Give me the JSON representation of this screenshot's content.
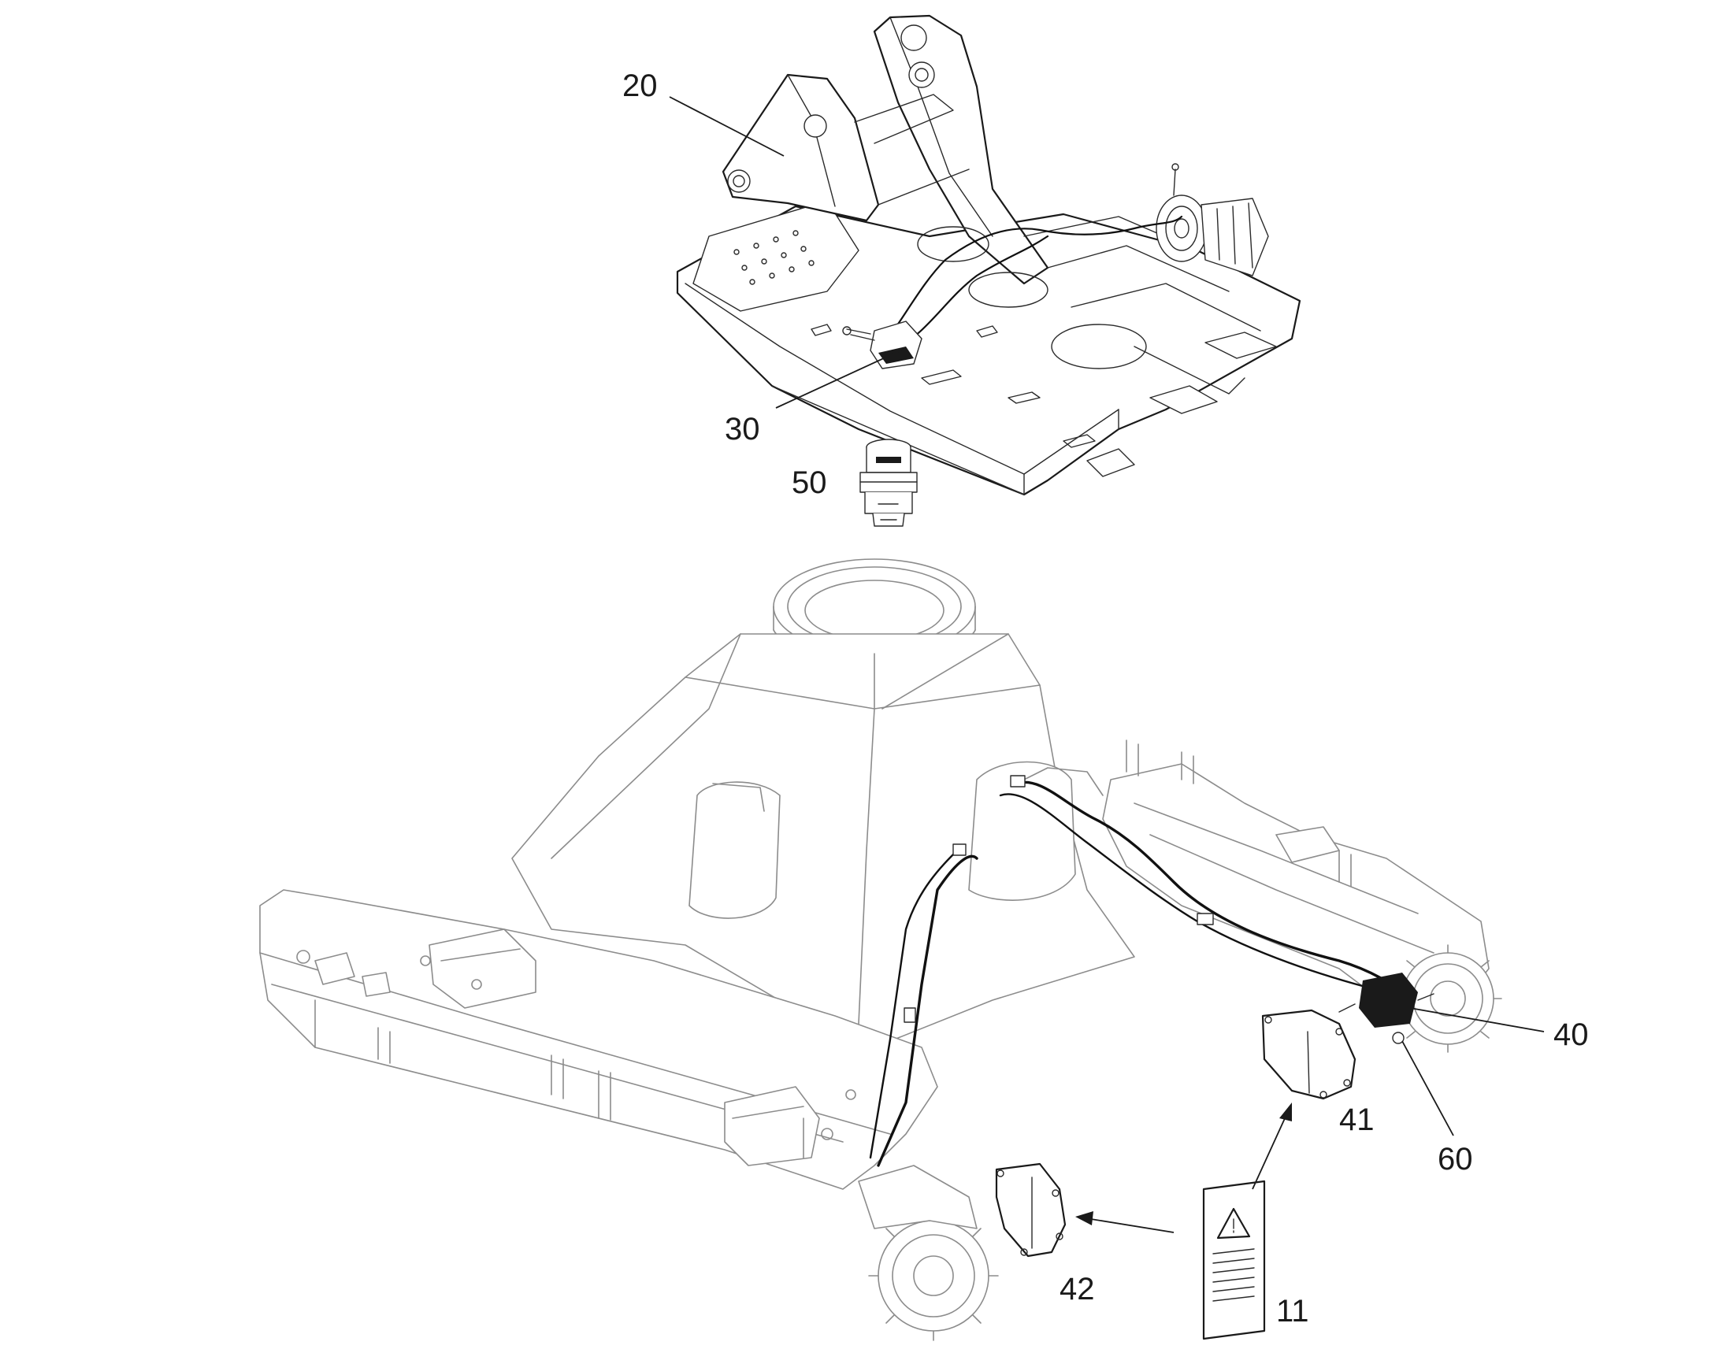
{
  "callouts": {
    "c20": "20",
    "c30": "30",
    "c50": "50",
    "c40": "40",
    "c41": "41",
    "c60": "60",
    "c42": "42",
    "c11": "11"
  }
}
